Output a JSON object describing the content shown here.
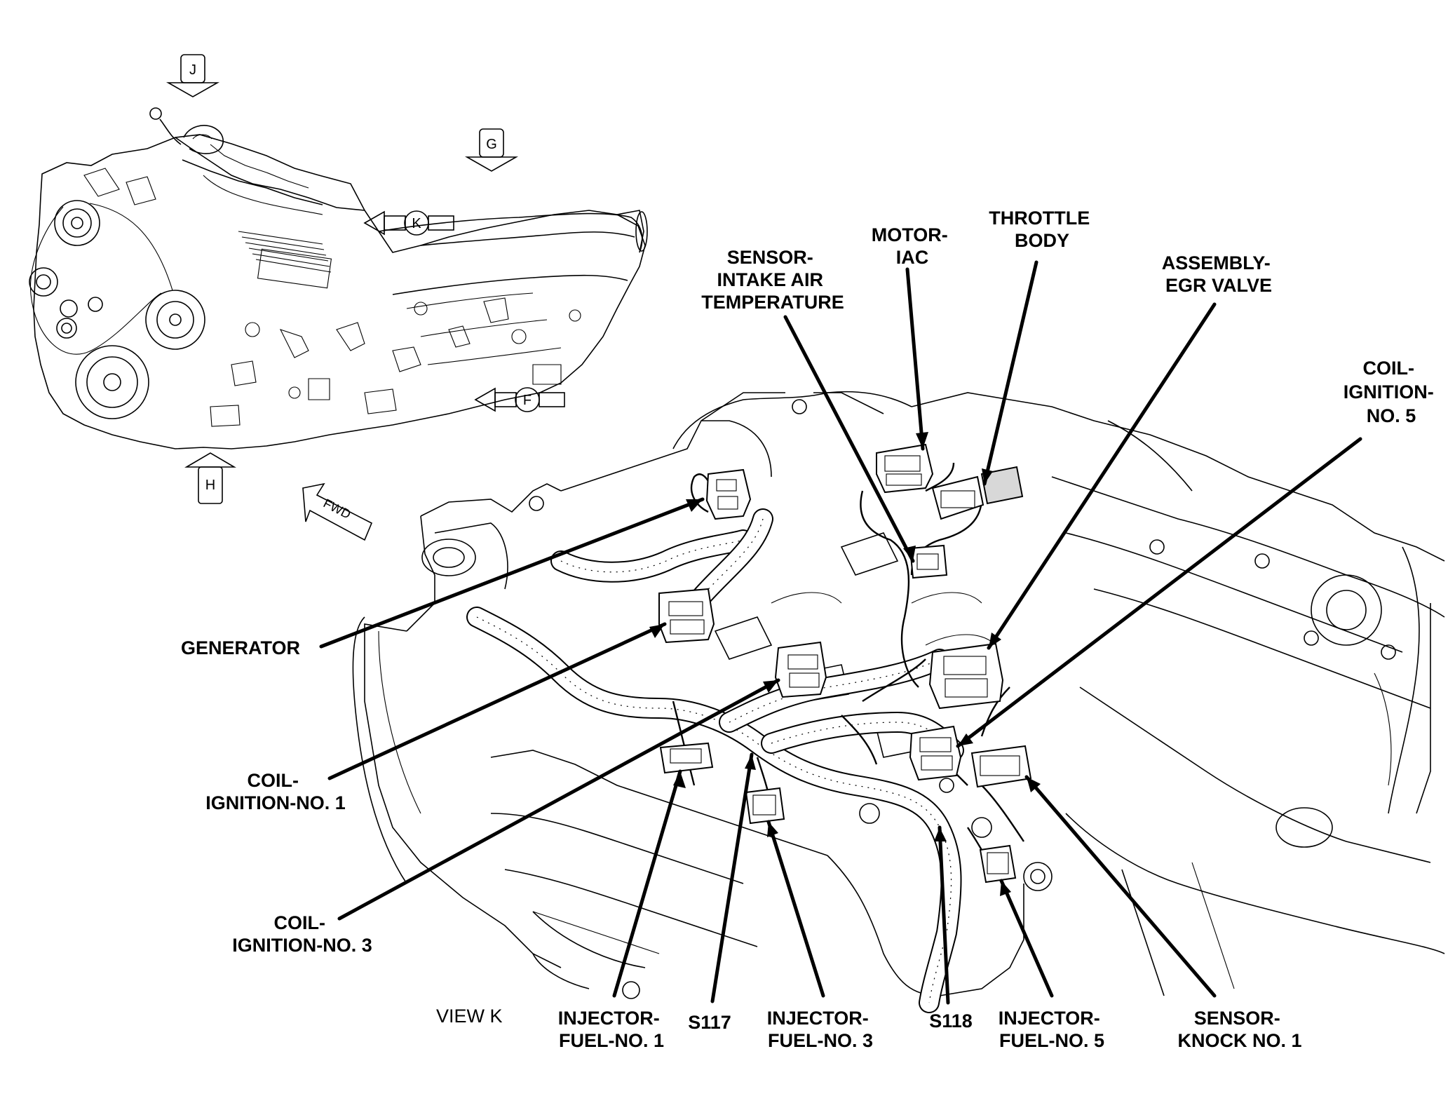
{
  "view_title": "VIEW K",
  "view_markers": [
    {
      "letter": "J",
      "direction": "down"
    },
    {
      "letter": "G",
      "direction": "down"
    },
    {
      "letter": "K",
      "direction": "left"
    },
    {
      "letter": "F",
      "direction": "left"
    },
    {
      "letter": "H",
      "direction": "up"
    }
  ],
  "forward_marker": "FWD",
  "callouts": {
    "generator": [
      "GENERATOR"
    ],
    "coil_no1": [
      "COIL-",
      "IGNITION-NO. 1"
    ],
    "coil_no3": [
      "COIL-",
      "IGNITION-NO. 3"
    ],
    "coil_no5": [
      "COIL-",
      "IGNITION-",
      "NO. 5"
    ],
    "sensor_iat": [
      "SENSOR-",
      "INTAKE AIR",
      "TEMPERATURE"
    ],
    "motor_iac": [
      "MOTOR-",
      "IAC"
    ],
    "throttle_body": [
      "THROTTLE",
      "BODY"
    ],
    "egr_valve": [
      "ASSEMBLY-",
      "EGR VALVE"
    ],
    "injector_no1": [
      "INJECTOR-",
      "FUEL-NO. 1"
    ],
    "s117": [
      "S117"
    ],
    "injector_no3": [
      "INJECTOR-",
      "FUEL-NO. 3"
    ],
    "s118": [
      "S118"
    ],
    "injector_no5": [
      "INJECTOR-",
      "FUEL-NO. 5"
    ],
    "knock_sensor": [
      "SENSOR-",
      "KNOCK NO. 1"
    ]
  }
}
